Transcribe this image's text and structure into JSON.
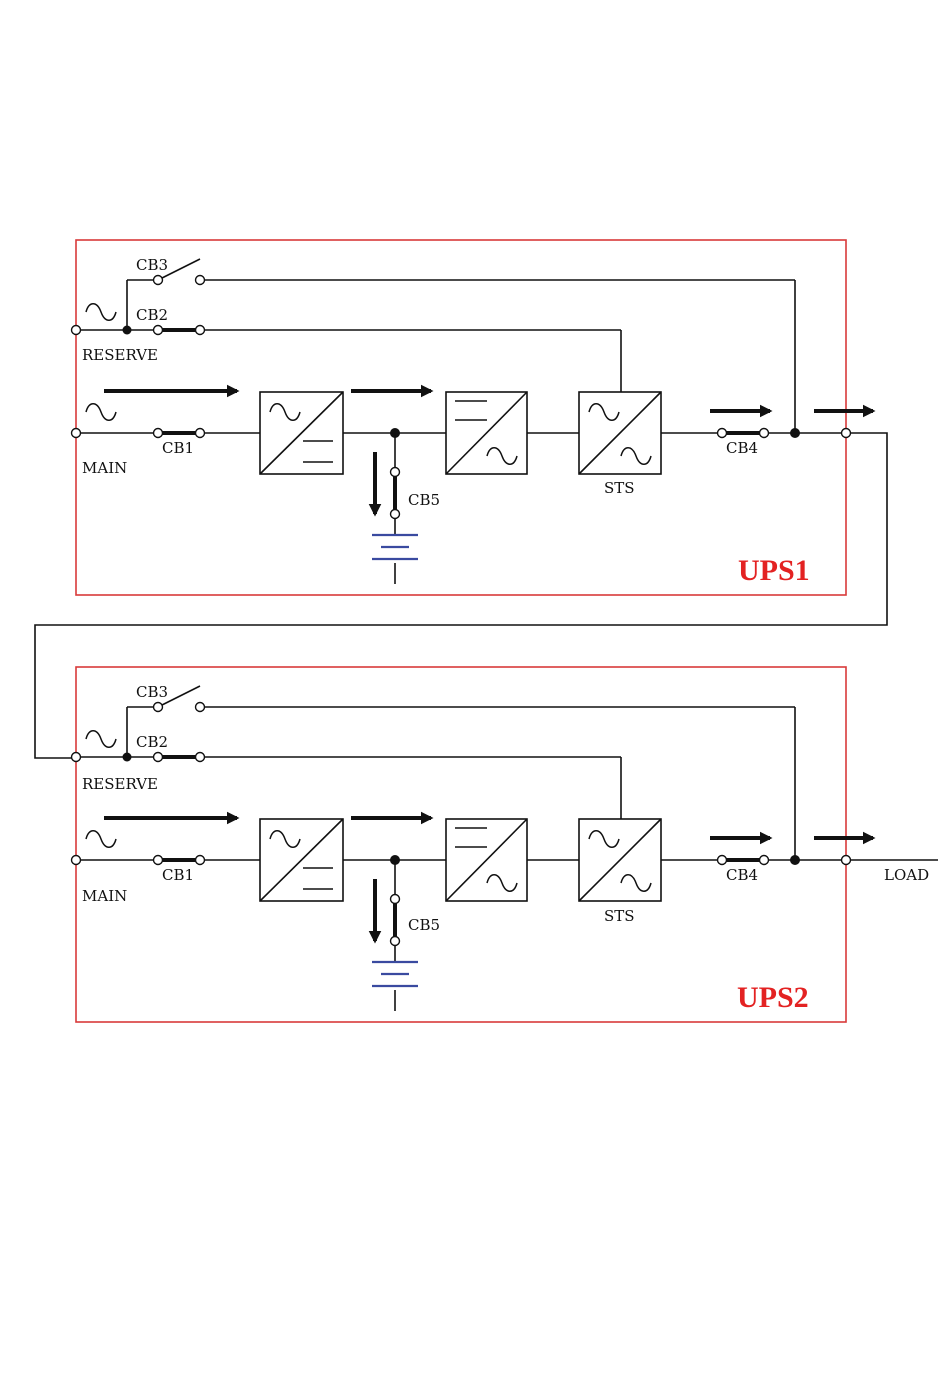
{
  "colors": {
    "frame": "#d93a3a",
    "title": "#e32222",
    "battery": "#3a4aa0",
    "line": "#111111"
  },
  "units": [
    {
      "title": "UPS1",
      "reserve_label": "RESERVE",
      "main_label": "MAIN",
      "cb1_label": "CB1",
      "cb2_label": "CB2",
      "cb3_label": "CB3",
      "cb4_label": "CB4",
      "cb5_label": "CB5",
      "sts_label": "STS"
    },
    {
      "title": "UPS2",
      "reserve_label": "RESERVE",
      "main_label": "MAIN",
      "cb1_label": "CB1",
      "cb2_label": "CB2",
      "cb3_label": "CB3",
      "cb4_label": "CB4",
      "cb5_label": "CB5",
      "sts_label": "STS"
    }
  ],
  "load_label": "LOAD"
}
